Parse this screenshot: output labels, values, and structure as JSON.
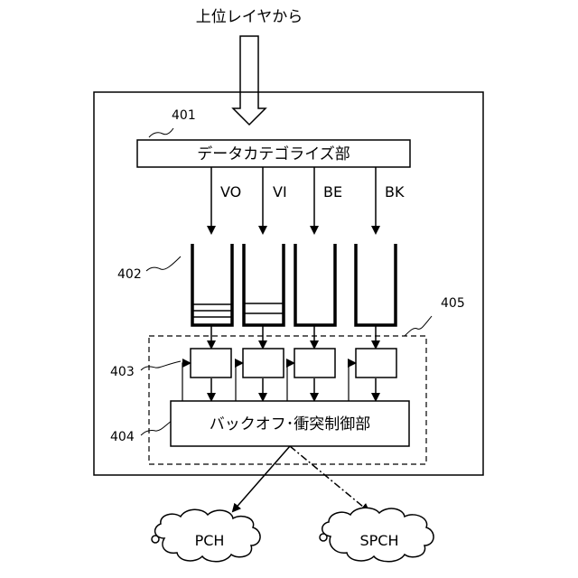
{
  "diagram": {
    "input_label": "上位レイヤから",
    "categorizer_label": "データカテゴライズ部",
    "backoff_label": "バックオフ･衝突制御部",
    "channels": [
      "VO",
      "VI",
      "BE",
      "BK"
    ],
    "refs": {
      "categorizer": "401",
      "queues": "402",
      "access_units": "403",
      "backoff": "404",
      "edca_group": "405"
    },
    "outputs": {
      "pch": "PCH",
      "spch": "SPCH"
    },
    "colors": {
      "line": "#000000",
      "background": "#ffffff"
    }
  }
}
